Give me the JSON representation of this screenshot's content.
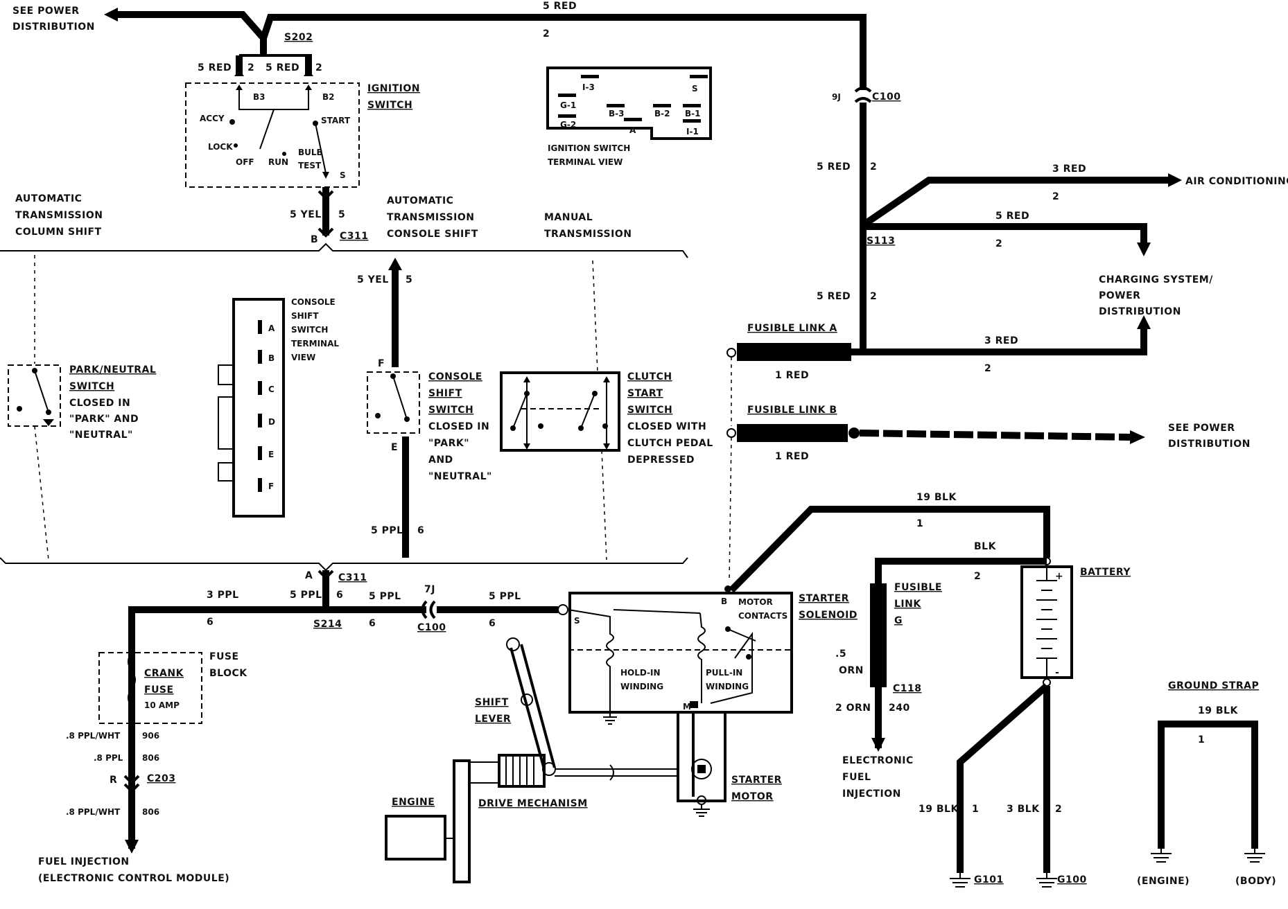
{
  "labels": {
    "see_power_top": [
      "SEE POWER",
      "DISTRIBUTION"
    ],
    "s202": "S202",
    "wire_5red_a": "5 RED",
    "circ_2_a": "2",
    "wire_5red_b": "5 RED",
    "circ_2_b": "2",
    "b3": "B3",
    "b2": "B2",
    "accy": "ACCY",
    "lock": "LOCK",
    "off": "OFF",
    "run": "RUN",
    "bulb_test": [
      "BULB",
      "TEST"
    ],
    "start": "START",
    "s_term": "S",
    "ignition_switch": [
      "IGNITION",
      "SWITCH"
    ],
    "top_5red": "5 RED",
    "top_2": "2",
    "ign_term_view": [
      "IGNITION SWITCH",
      "TERMINAL VIEW"
    ],
    "ign_terms": [
      "I-3",
      "S",
      "G-1",
      "B-3",
      "B-2",
      "B-1",
      "G-2",
      "A",
      "I-1"
    ],
    "c100_top": "C100",
    "c100_pin": "9J",
    "v5red_1": "5 RED",
    "v2_1": "2",
    "ac_3red": "3 RED",
    "ac_2": "2",
    "air_conditioning": "AIR CONDITIONING",
    "cs_5red": "5 RED",
    "cs_2": "2",
    "s113": "S113",
    "charging": [
      "CHARGING SYSTEM/",
      "POWER",
      "DISTRIBUTION"
    ],
    "v5red_2": "5 RED",
    "v2_2": "2",
    "fusible_a": "FUSIBLE LINK A",
    "fa_1red": "1 RED",
    "fa_3red": "3 RED",
    "fa_2": "2",
    "fusible_b": "FUSIBLE LINK B",
    "fb_1red": "1 RED",
    "see_power_right": [
      "SEE POWER",
      "DISTRIBUTION"
    ],
    "auto_column": [
      "AUTOMATIC",
      "TRANSMISSION",
      "COLUMN SHIFT"
    ],
    "wire_5yel": "5 YEL",
    "pin_5": "5",
    "pin_b": "B",
    "c311_top": "C311",
    "auto_console": [
      "AUTOMATIC",
      "TRANSMISSION",
      "CONSOLE SHIFT"
    ],
    "manual_trans": [
      "MANUAL",
      "TRANSMISSION"
    ],
    "console_view": [
      "CONSOLE",
      "SHIFT",
      "SWITCH",
      "TERMINAL",
      "VIEW"
    ],
    "console_terms": [
      "A",
      "B",
      "C",
      "D",
      "E",
      "F"
    ],
    "yel_5": "5 YEL",
    "yel_pin5": "5",
    "pin_f": "F",
    "pin_e": "E",
    "console_switch": [
      "CONSOLE",
      "SHIFT",
      "SWITCH",
      "CLOSED IN",
      "\"PARK\"",
      "AND",
      "\"NEUTRAL\""
    ],
    "pn_switch": [
      "PARK/NEUTRAL",
      "SWITCH",
      "CLOSED IN",
      "\"PARK\" AND",
      "\"NEUTRAL\""
    ],
    "clutch_switch": [
      "CLUTCH",
      "START",
      "SWITCH",
      "CLOSED WITH",
      "CLUTCH PEDAL",
      "DEPRESSED"
    ],
    "ppl5_v": "5 PPL",
    "ppl6_v": "6",
    "pin_a": "A",
    "c311_bot": "C311",
    "ppl3": "3 PPL",
    "ppl3_6": "6",
    "ppl5_a": "5 PPL",
    "ppl5_a6": "6",
    "s214": "S214",
    "ppl5_b": "5 PPL",
    "ppl5_b6": "6",
    "pin_7j": "7J",
    "c100_bot": "C100",
    "ppl5_c": "5 PPL",
    "ppl5_c6": "6",
    "fuse_block": [
      "FUSE",
      "BLOCK"
    ],
    "crank_fuse": [
      "CRANK",
      "FUSE"
    ],
    "fuse_amp": "10 AMP",
    "w_8pplwht": ".8 PPL/WHT",
    "w_906": "906",
    "w_8ppl": ".8 PPL",
    "w_806": "806",
    "pin_r": "R",
    "c203": "C203",
    "w_8pplwht2": ".8 PPL/WHT",
    "w_806b": "806",
    "fuel_inj": [
      "FUEL INJECTION",
      "(ELECTRONIC CONTROL MODULE)"
    ],
    "sol_b": "B",
    "sol_s": "S",
    "sol_m": "M",
    "motor_contacts": [
      "MOTOR",
      "CONTACTS"
    ],
    "starter_solenoid": [
      "STARTER",
      "SOLENOID"
    ],
    "hold_in": [
      "HOLD-IN",
      "WINDING"
    ],
    "pull_in": [
      "PULL-IN",
      "WINDING"
    ],
    "shift_lever": [
      "SHIFT",
      "LEVER"
    ],
    "drive_mech": "DRIVE MECHANISM",
    "engine": "ENGINE",
    "starter_motor": [
      "STARTER",
      "MOTOR"
    ],
    "blk19": "19 BLK",
    "blk19_1": "1",
    "blk": "BLK",
    "blk_2": "2",
    "battery": "BATTERY",
    "fusible_g": [
      "FUSIBLE",
      "LINK",
      "G"
    ],
    "orn5": [
      ".5",
      "ORN"
    ],
    "c118": "C118",
    "orn2": "2 ORN",
    "orn_240": "240",
    "efi": [
      "ELECTRONIC",
      "FUEL",
      "INJECTION"
    ],
    "g101_19blk": "19 BLK",
    "g101_1": "1",
    "g100_3blk": "3 BLK",
    "g100_2": "2",
    "g101": "G101",
    "g100": "G100",
    "ground_strap": "GROUND STRAP",
    "gs_19blk": "19 BLK",
    "gs_1": "1",
    "gs_engine": "(ENGINE)",
    "gs_body": "(BODY)",
    "plus": "+",
    "minus": "-"
  }
}
